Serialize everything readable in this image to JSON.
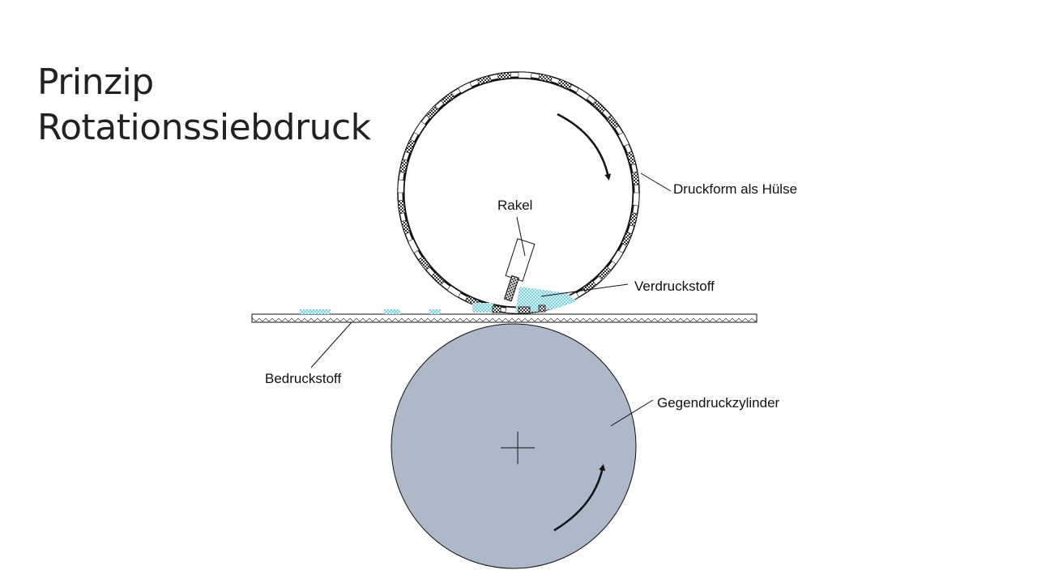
{
  "title": {
    "line1": "Prinzip",
    "line2": "Rotationssiebdruck"
  },
  "labels": {
    "sleeve": "Druckform als Hülse",
    "squeegee": "Rakel",
    "ink": "Verdruckstoff",
    "substrate": "Bedruckstoff",
    "impression_cylinder": "Gegendruckzylinder"
  },
  "colors": {
    "impression_cylinder_fill": "#adb8c9",
    "ink": "#5bc8dc",
    "outline": "#111111",
    "mesh_band": "#9a9a9a"
  }
}
